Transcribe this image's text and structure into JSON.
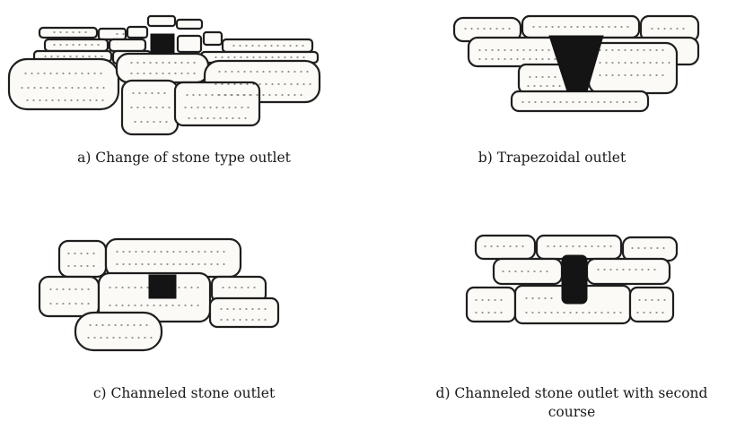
{
  "figures": [
    {
      "id": "a",
      "caption": "a) Change of stone type outlet"
    },
    {
      "id": "b",
      "caption": "b) Trapezoidal outlet"
    },
    {
      "id": "c",
      "caption": "c) Channeled stone outlet"
    },
    {
      "id": "d",
      "caption": "d) Channeled stone outlet with second course"
    }
  ]
}
